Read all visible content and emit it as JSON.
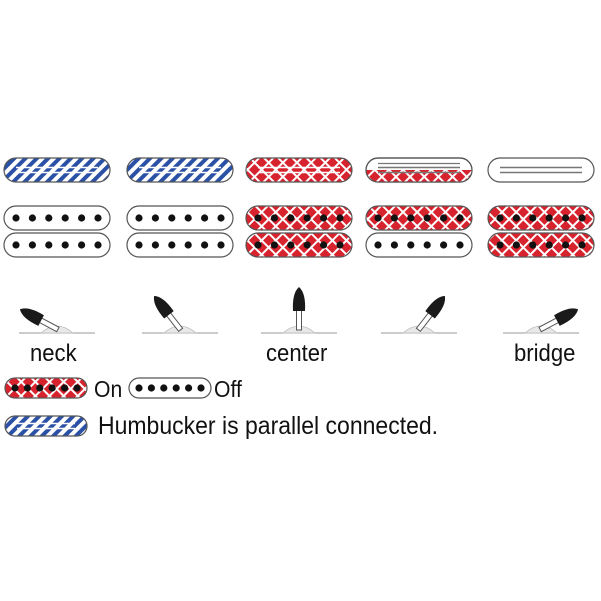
{
  "colors": {
    "active_red": "#d7232e",
    "parallel_blue": "#2a51a5",
    "off_white": "#ffffff",
    "outline": "#555555",
    "pole": "#111111",
    "toggle_tip": "#1a1a1a",
    "toggle_base": "#e8e8e8"
  },
  "positions": [
    {
      "label": "neck",
      "top_coil": "parallel",
      "lower_coil_1": "off",
      "lower_coil_2": "off",
      "toggle_tilt": "far-left"
    },
    {
      "label": "",
      "top_coil": "parallel",
      "lower_coil_1": "off",
      "lower_coil_2": "off",
      "toggle_tilt": "left"
    },
    {
      "label": "center",
      "top_coil": "on",
      "lower_coil_1": "on",
      "lower_coil_2": "on",
      "toggle_tilt": "center"
    },
    {
      "label": "",
      "top_coil": "half",
      "lower_coil_1": "on",
      "lower_coil_2": "off",
      "toggle_tilt": "right"
    },
    {
      "label": "bridge",
      "top_coil": "off",
      "lower_coil_1": "on",
      "lower_coil_2": "on",
      "toggle_tilt": "far-right"
    }
  ],
  "legend": {
    "on_label": "On",
    "off_label": "Off",
    "parallel_label": "Humbucker is parallel connected."
  },
  "icons": [
    "toggle-switch-icon",
    "single-coil-icon",
    "humbucker-coil-icon"
  ]
}
